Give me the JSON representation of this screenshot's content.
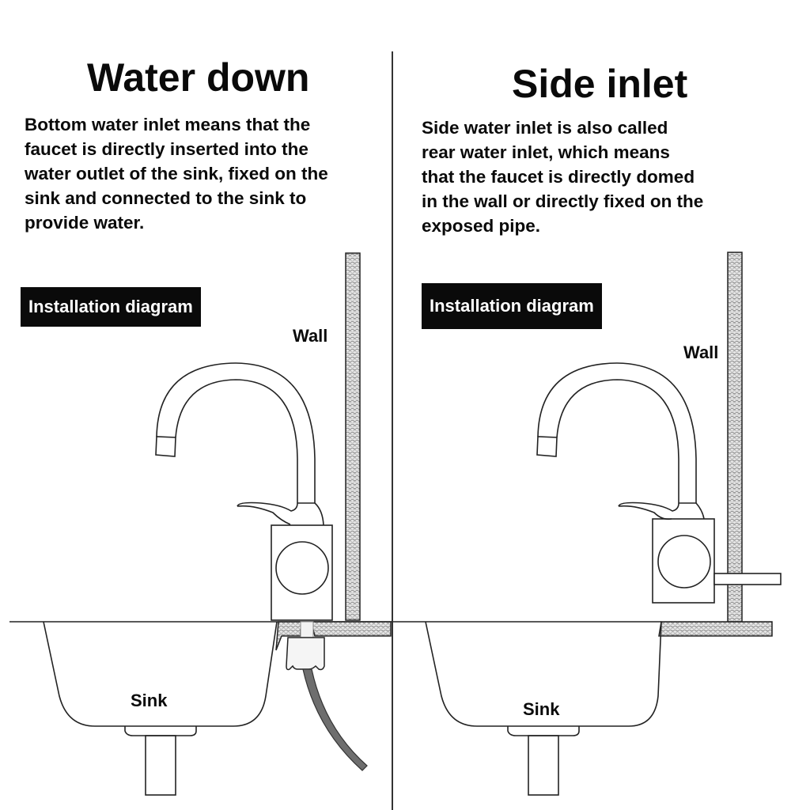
{
  "left_panel": {
    "title": "Water down",
    "description": "Bottom water inlet means that the\nfaucet is directly inserted into the\nwater outlet of the sink, fixed on the\nsink and connected to the sink to\nprovide water.",
    "badge": "Installation diagram",
    "wall_label": "Wall",
    "sink_label": "Sink"
  },
  "right_panel": {
    "title": "Side inlet",
    "description": "Side water inlet is also called\nrear water inlet, which means\nthat the faucet is directly domed\nin the wall or directly fixed on the\nexposed pipe.",
    "badge": "Installation diagram",
    "wall_label": "Wall",
    "sink_label": "Sink"
  },
  "colors": {
    "text": "#0a0a0a",
    "badge_bg": "#0a0a0a",
    "badge_text": "#ffffff",
    "hose": "#6e6e6e",
    "hatch": "#bdbdbd"
  }
}
